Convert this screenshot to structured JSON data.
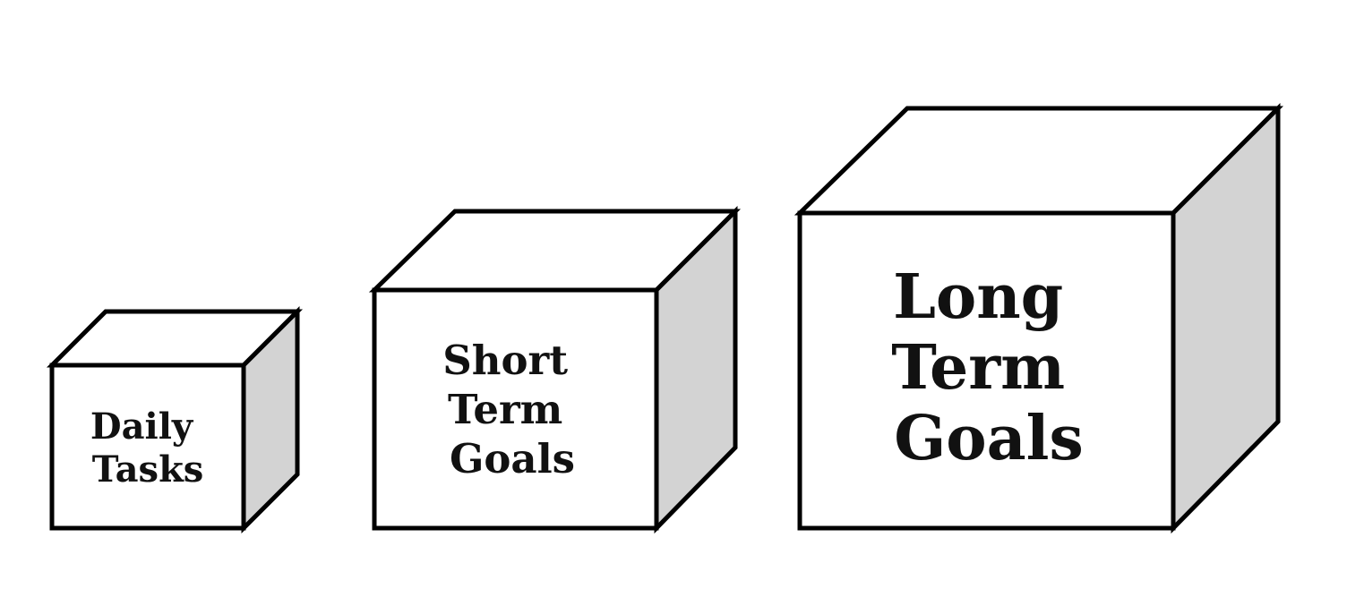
{
  "diagram": {
    "colors": {
      "face": "#ffffff",
      "side": "#d3d3d3",
      "stroke": "#000000",
      "text": "#111111"
    },
    "cubes": [
      {
        "label_lines": [
          "Daily",
          "Tasks"
        ]
      },
      {
        "label_lines": [
          "Short",
          "Term",
          "Goals"
        ]
      },
      {
        "label_lines": [
          "Long",
          "Term",
          "Goals"
        ]
      }
    ]
  }
}
